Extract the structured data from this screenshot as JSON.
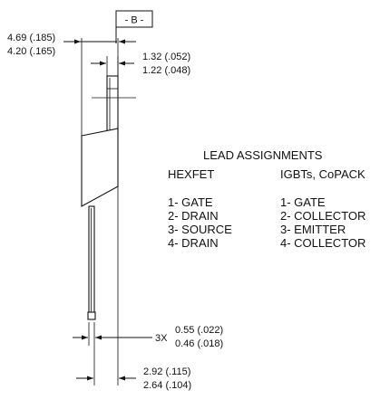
{
  "datum": {
    "label": "- B -"
  },
  "dimensions": {
    "body_width": {
      "max": "4.69 (.185)",
      "min": "4.20 (.165)"
    },
    "tab_thickness": {
      "max": "1.32 (.052)",
      "min": "1.22 (.048)"
    },
    "lead_width": {
      "prefix": "3X",
      "max": "0.55 (.022)",
      "min": "0.46 (.018)"
    },
    "overall_thickness": {
      "max": "2.92 (.115)",
      "min": "2.64 (.104)"
    }
  },
  "lead_assignments": {
    "title": "LEAD ASSIGNMENTS",
    "hexfet": {
      "heading": "HEXFET",
      "items": [
        "1- GATE",
        "2- DRAIN",
        "3- SOURCE",
        "4- DRAIN"
      ]
    },
    "igbt": {
      "heading": "IGBTs, CoPACK",
      "items": [
        "1- GATE",
        "2- COLLECTOR",
        "3- EMITTER",
        "4- COLLECTOR"
      ]
    }
  }
}
